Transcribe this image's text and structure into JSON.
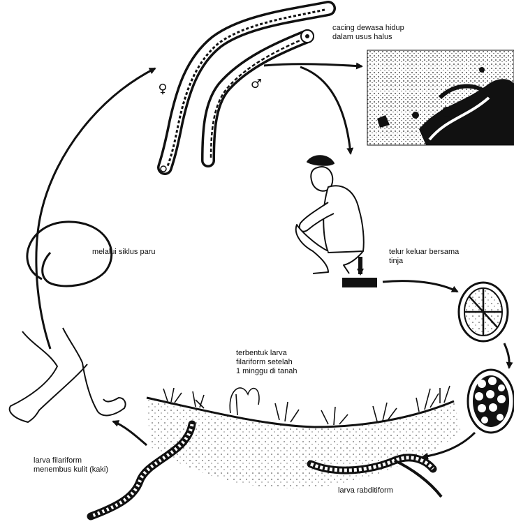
{
  "diagram": {
    "labels": {
      "adult_worms": [
        "cacing dewasa hidup",
        "dalam usus halus"
      ],
      "lung_cycle": "melalui siklus paru",
      "eggs_out": [
        "telur keluar bersama",
        "tinja"
      ],
      "filariform_formed": [
        "terbentuk larva",
        "filariform setelah",
        "1 minggu di tanah"
      ],
      "penetrate_skin": [
        "larva filariform",
        "menembus kulit (kaki)"
      ],
      "rhabditiform": "larva rabditiform"
    },
    "symbols": {
      "female": "♀",
      "male": "♂"
    },
    "colors": {
      "ink": "#111111",
      "paper": "#ffffff"
    },
    "icons": [
      "female-symbol-icon",
      "male-symbol-icon",
      "arrow-icon"
    ]
  }
}
